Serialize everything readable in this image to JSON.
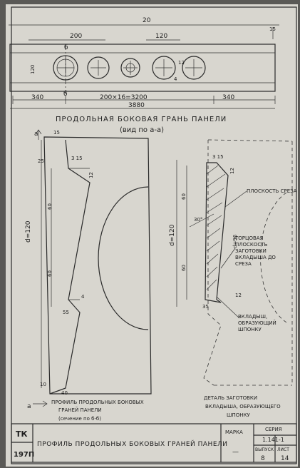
{
  "top_view": {
    "overall_width": "20",
    "dim_15_right": "15",
    "dim_200": "200",
    "dim_120_top": "120",
    "section_b_top": "б",
    "section_b_bottom": "б",
    "dim_120_left": "120",
    "dim_4": "4",
    "dim_12": "12",
    "dim_340_left": "340",
    "dim_spacing": "200×16=3200",
    "dim_340_right": "340",
    "dim_total": "3880"
  },
  "side_face": {
    "title": "ПРОДОЛЬНАЯ БОКОВАЯ ГРАНЬ ПАНЕЛИ",
    "subtitle": "(вид по а-а)"
  },
  "profile": {
    "arrow_a_top": "а",
    "arrow_a_bottom": "а",
    "dim_15_top": "15",
    "dim_25": "25",
    "dim_3_15": "3 15",
    "dim_12": "12",
    "dim_60_top": "60",
    "dim_d120": "d=120",
    "dim_60_bottom": "60",
    "dim_4": "4",
    "dim_55": "55",
    "dim_10": "10",
    "dim_40": "40",
    "caption_line1": "ПРОФИЛЬ ПРОДОЛЬНЫХ БОКОВЫХ",
    "caption_line2": "ГРАНЕЙ ПАНЕЛИ",
    "caption_line3": "(сечение по б-б)"
  },
  "detail": {
    "dim_3_15": "3 15",
    "dim_12_top": "12",
    "dim_60_left": "60",
    "dim_d120": "d=120",
    "dim_60_bottom": "60",
    "dim_d96": "d=96",
    "angle_30": "30°",
    "dim_12_bottom": "12",
    "dim_35": "35",
    "label_cut_plane": "ПЛОСКОСТЬ СРЕЗА",
    "label_end_plane": "ТОРЦОВАЯ ПЛОСКОСТЬ ЗАГОТОВКИ ВКЛАДЫША ДО СРЕЗА",
    "label_insert": "ВКЛАДЫШ, ОБРАЗУЮЩИЙ ШПОНКУ",
    "caption_line1": "ДЕТАЛЬ ЗАГОТОВКИ",
    "caption_line2": "ВКЛАДЫША, ОБРАЗУЮЩЕГО",
    "caption_line3": "ШПОНКУ"
  },
  "title_block": {
    "tk": "ТК",
    "code": "197П",
    "title": "ПРОФИЛЬ ПРОДОЛЬНЫХ БОКОВЫХ ГРАНЕЙ ПАНЕЛИ",
    "mark_label": "МАРКА",
    "mark_value": "—",
    "series_label": "СЕРИЯ",
    "series_value": "1.141-1",
    "issue_label": "ВЫПУСК",
    "issue_value": "8",
    "sheet_label": "ЛИСТ",
    "sheet_value": "14"
  }
}
